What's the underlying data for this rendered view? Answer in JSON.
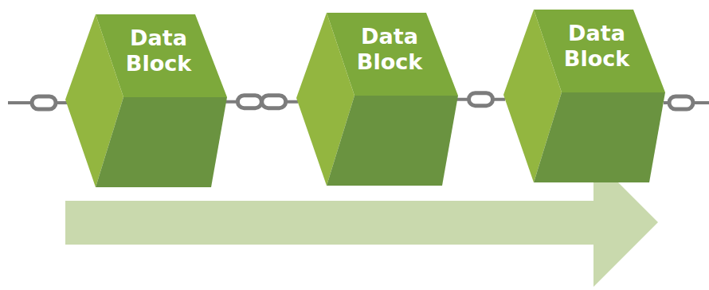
{
  "diagram": {
    "nodes": [
      {
        "text": [
          "Data Block"
        ]
      },
      {
        "text": [
          "Data Block"
        ]
      },
      {
        "text": [
          "Data Block"
        ]
      }
    ],
    "edges": [
      {
        "from": 0,
        "to": 1,
        "arrow": "none"
      },
      {
        "from": 1,
        "to": 2,
        "arrow": "none"
      }
    ]
  }
}
